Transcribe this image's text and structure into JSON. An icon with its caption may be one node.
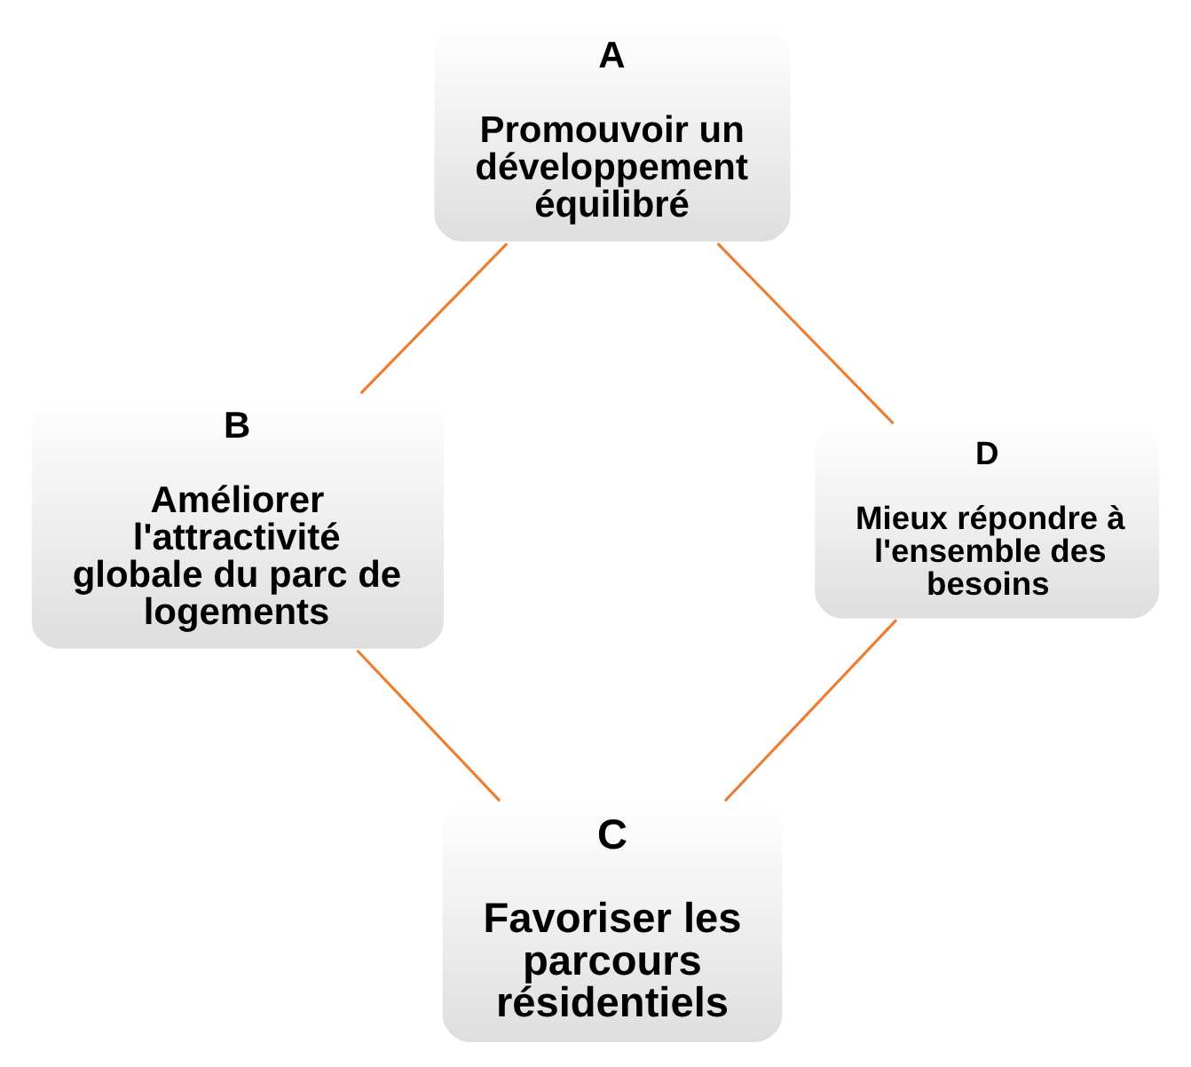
{
  "diagram": {
    "nodes": [
      {
        "text": [
          "A",
          "Promouvoir un développement équilibré"
        ]
      },
      {
        "text": [
          "B",
          "Améliorer l'attractivité globale du parc de logements"
        ]
      },
      {
        "text": [
          "C",
          "Favoriser les parcours résidentiels"
        ]
      },
      {
        "text": [
          "D",
          "Mieux répondre à l'ensemble des besoins"
        ]
      }
    ],
    "edges": [
      {
        "from": 0,
        "to": 1,
        "arrow": "none"
      },
      {
        "from": 1,
        "to": 2,
        "arrow": "none"
      },
      {
        "from": 2,
        "to": 3,
        "arrow": "none"
      },
      {
        "from": 3,
        "to": 0,
        "arrow": "none"
      }
    ]
  }
}
